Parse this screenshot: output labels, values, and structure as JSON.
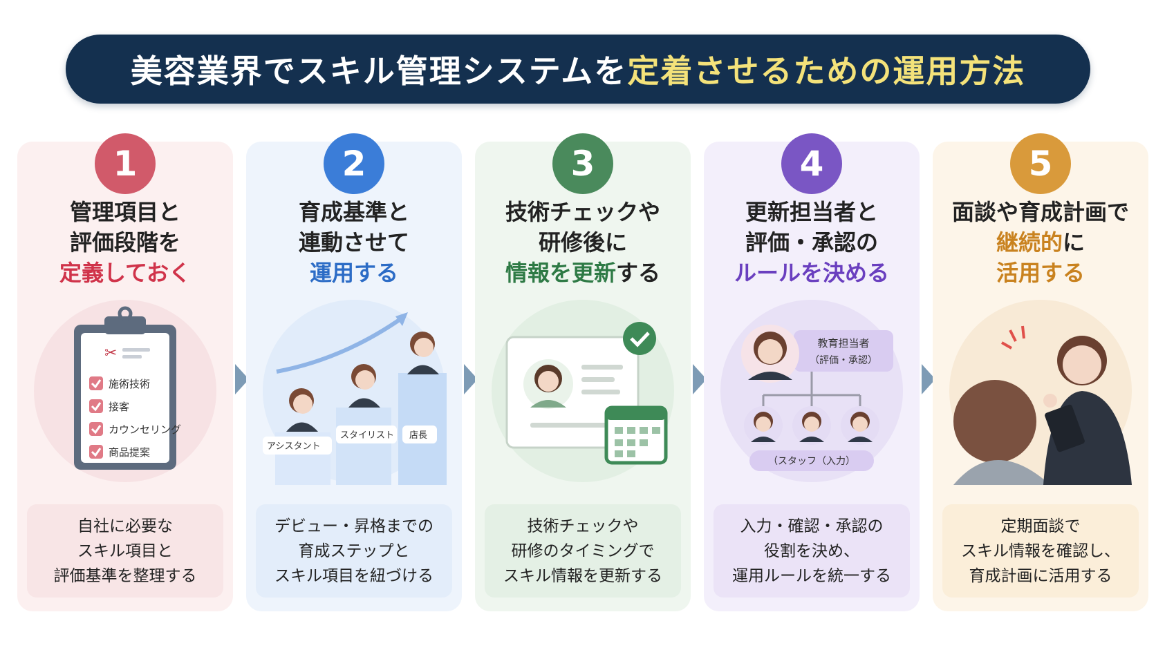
{
  "header": {
    "title_part1": "美容業界でスキル管理システムを",
    "title_highlight": "定着させるための運用方法"
  },
  "colors": {
    "banner": "#14304f",
    "highlight": "#f4e27a",
    "step1": "#d15a6a",
    "step2": "#3b7dd8",
    "step3": "#4a8a5c",
    "step4": "#7a56c4",
    "step5": "#d99a3b"
  },
  "steps": [
    {
      "number": "1",
      "title_line1": "管理項目と",
      "title_line2": "評価段階を",
      "title_highlight": "定義しておく",
      "title_highlight_suffix": "",
      "illustration": {
        "icon": "clipboard-checklist-icon",
        "items": [
          "施術技術",
          "接客",
          "カウンセリング",
          "商品提案"
        ]
      },
      "desc": [
        "自社に必要な",
        "スキル項目と",
        "評価基準を整理する"
      ]
    },
    {
      "number": "2",
      "title_line1": "育成基準と",
      "title_line2": "連動させて",
      "title_highlight": "運用する",
      "title_highlight_suffix": "",
      "illustration": {
        "icon": "career-steps-icon",
        "labels": [
          "アシスタント",
          "スタイリスト",
          "店長"
        ]
      },
      "desc": [
        "デビュー・昇格までの",
        "育成ステップと",
        "スキル項目を紐づける"
      ]
    },
    {
      "number": "3",
      "title_line1": "技術チェックや",
      "title_line2": "研修後に",
      "title_highlight": "情報を更新",
      "title_highlight_suffix": "する",
      "illustration": {
        "icon": "profile-calendar-icon"
      },
      "desc": [
        "技術チェックや",
        "研修のタイミングで",
        "スキル情報を更新する"
      ]
    },
    {
      "number": "4",
      "title_line1": "更新担当者と",
      "title_line2": "評価・承認の",
      "title_highlight": "ルールを決める",
      "title_highlight_suffix": "",
      "illustration": {
        "icon": "org-chart-icon",
        "manager_line1": "教育担当者",
        "manager_line2": "（評価・承認）",
        "staff_label": "（スタッフ（入力）"
      },
      "desc": [
        "入力・確認・承認の",
        "役割を決め、",
        "運用ルールを統一する"
      ]
    },
    {
      "number": "5",
      "title_line1": "面談や育成計画で",
      "title_line2": "",
      "title_line2_highlight": "継続的",
      "title_line2_suffix": "に",
      "title_highlight": "活用する",
      "title_highlight_suffix": "",
      "illustration": {
        "icon": "interview-icon"
      },
      "desc": [
        "定期面談で",
        "スキル情報を確認し、",
        "育成計画に活用する"
      ]
    }
  ]
}
